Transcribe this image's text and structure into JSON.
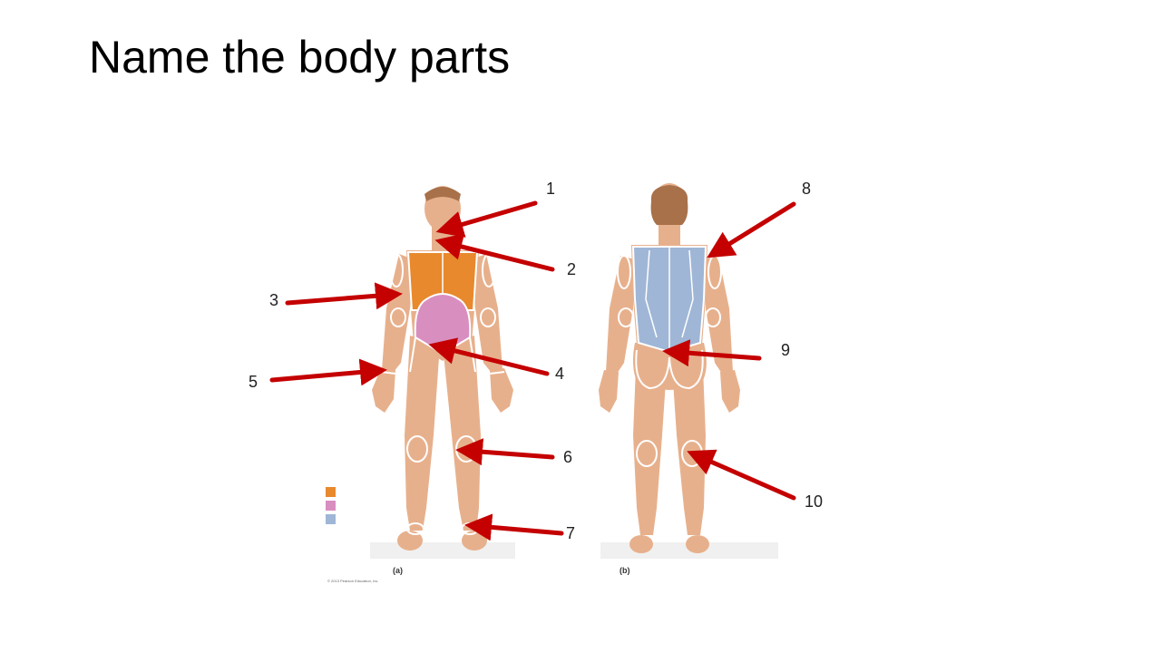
{
  "title": "Name the body parts",
  "figure": {
    "anterior_caption": "(a)",
    "posterior_caption": "(b)",
    "copyright": "© 2013 Pearson Education, Inc.",
    "region_colors": {
      "thoracic": "#e8892d",
      "abdominal": "#d98ec0",
      "back": "#9fb6d6"
    },
    "skin_color": "#e7b08c",
    "arrow_color": "#c40000"
  },
  "labels": [
    "1",
    "2",
    "3",
    "4",
    "5",
    "6",
    "7",
    "8",
    "9",
    "10"
  ]
}
